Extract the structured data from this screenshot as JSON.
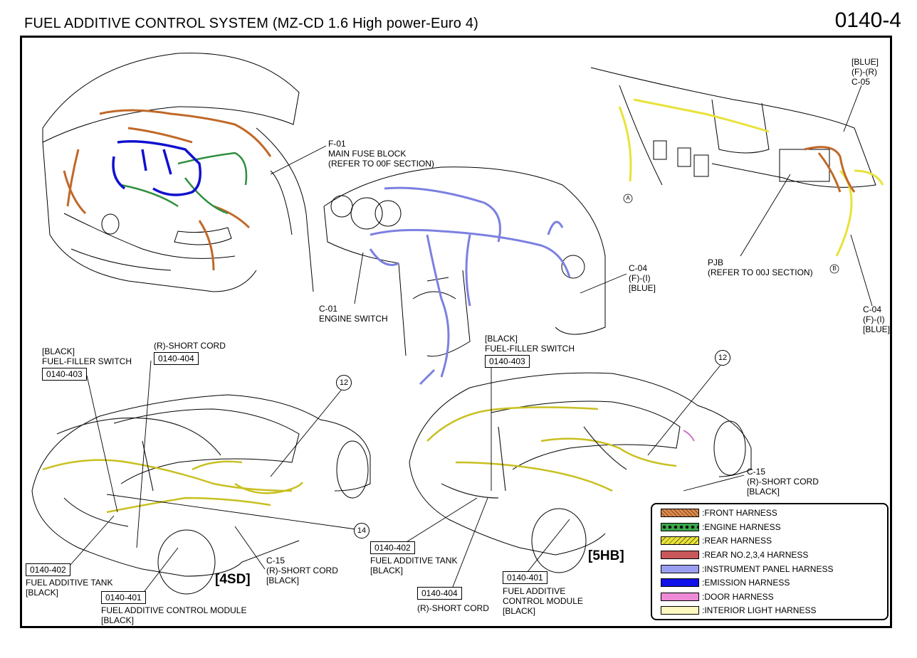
{
  "header": {
    "title": "FUEL ADDITIVE CONTROL SYSTEM (MZ-CD 1.6 High power-Euro 4)",
    "page_number": "0140-4"
  },
  "labels": {
    "main_fuse_block": [
      "F-01",
      "MAIN FUSE BLOCK",
      "(REFER TO 00F SECTION)"
    ],
    "engine_switch": [
      "C-01",
      "ENGINE SWITCH"
    ],
    "c04_center": [
      "C-04",
      "(F)-(I)",
      "[BLUE]"
    ],
    "c05": [
      "[BLUE]",
      "(F)-(R)",
      "C-05"
    ],
    "pjb": [
      "PJB",
      "(REFER TO 00J SECTION)"
    ],
    "c04_right": [
      "C-04",
      "(F)-(I)",
      "[BLUE]"
    ],
    "sd_filler_switch": [
      "[BLACK]",
      "FUEL-FILLER SWITCH"
    ],
    "sd_short_cord": "(R)-SHORT CORD",
    "hb_filler_switch": [
      "[BLACK]",
      "FUEL-FILLER SWITCH"
    ],
    "sd_tank": [
      "FUEL ADDITIVE TANK",
      "[BLACK]"
    ],
    "sd_c15": [
      "C-15",
      "(R)-SHORT CORD",
      "[BLACK]"
    ],
    "sd_module": [
      "FUEL ADDITIVE CONTROL MODULE",
      "[BLACK]"
    ],
    "hb_tank": [
      "FUEL ADDITIVE TANK",
      "[BLACK]"
    ],
    "hb_short_cord": "(R)-SHORT CORD",
    "hb_module": [
      "FUEL ADDITIVE",
      "CONTROL MODULE",
      "[BLACK]"
    ],
    "hb_c15": [
      "C-15",
      "(R)-SHORT CORD",
      "[BLACK]"
    ]
  },
  "refs": {
    "sd_filler": "0140-403",
    "sd_short": "0140-404",
    "hb_filler": "0140-403",
    "sd_tank": "0140-402",
    "sd_module": "0140-401",
    "hb_tank": "0140-402",
    "hb_short": "0140-404",
    "hb_module": "0140-401"
  },
  "variants": {
    "sedan": "[4SD]",
    "hatchback": "[5HB]"
  },
  "callouts": {
    "sd_12": "12",
    "sd_14": "14",
    "hb_12": "12",
    "conn_a": "A",
    "conn_b": "B"
  },
  "legend": [
    {
      "label": ":FRONT HARNESS",
      "color": "#d98a50",
      "pattern": "hatch-x"
    },
    {
      "label": ":ENGINE HARNESS",
      "color": "#3aa84a",
      "pattern": "diamond"
    },
    {
      "label": ":REAR HARNESS",
      "color": "#e8e23a",
      "pattern": "hatch"
    },
    {
      "label": ":REAR NO.2,3,4 HARNESS",
      "color": "#c8585a",
      "pattern": "solid"
    },
    {
      "label": ":INSTRUMENT PANEL HARNESS",
      "color": "#9a9ef0",
      "pattern": "solid"
    },
    {
      "label": ":EMISSION HARNESS",
      "color": "#1010e8",
      "pattern": "solid"
    },
    {
      "label": ":DOOR HARNESS",
      "color": "#ee8ad6",
      "pattern": "solid"
    },
    {
      "label": ":INTERIOR LIGHT HARNESS",
      "color": "#fdf8c0",
      "pattern": "solid"
    }
  ]
}
